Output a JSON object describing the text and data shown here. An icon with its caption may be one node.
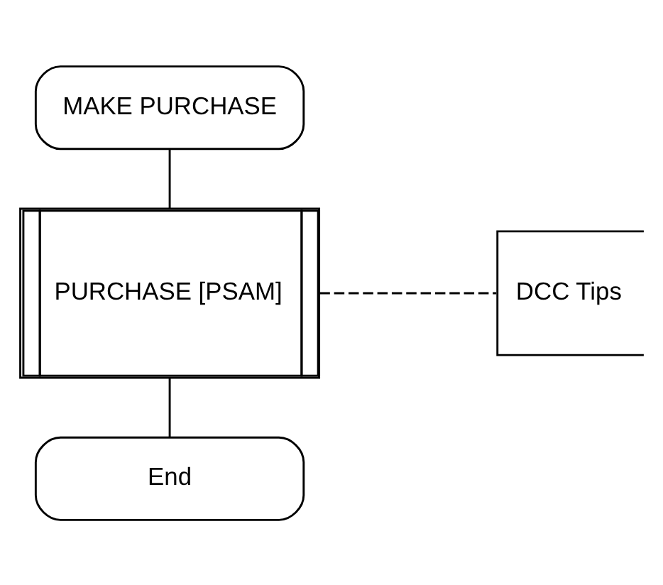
{
  "diagram": {
    "nodes": [
      {
        "text": [
          "MAKE PURCHASE"
        ]
      },
      {
        "text": [
          "PURCHASE [PSAM]"
        ]
      },
      {
        "text": [
          "End"
        ]
      },
      {
        "text": [
          "DCC Tips"
        ]
      }
    ],
    "edges": [
      {
        "from": 0,
        "to": 1,
        "arrow": "none"
      },
      {
        "from": 1,
        "to": 2,
        "arrow": "none"
      },
      {
        "from": 1,
        "to": 3,
        "arrow": "none",
        "style": "dashed"
      }
    ]
  }
}
